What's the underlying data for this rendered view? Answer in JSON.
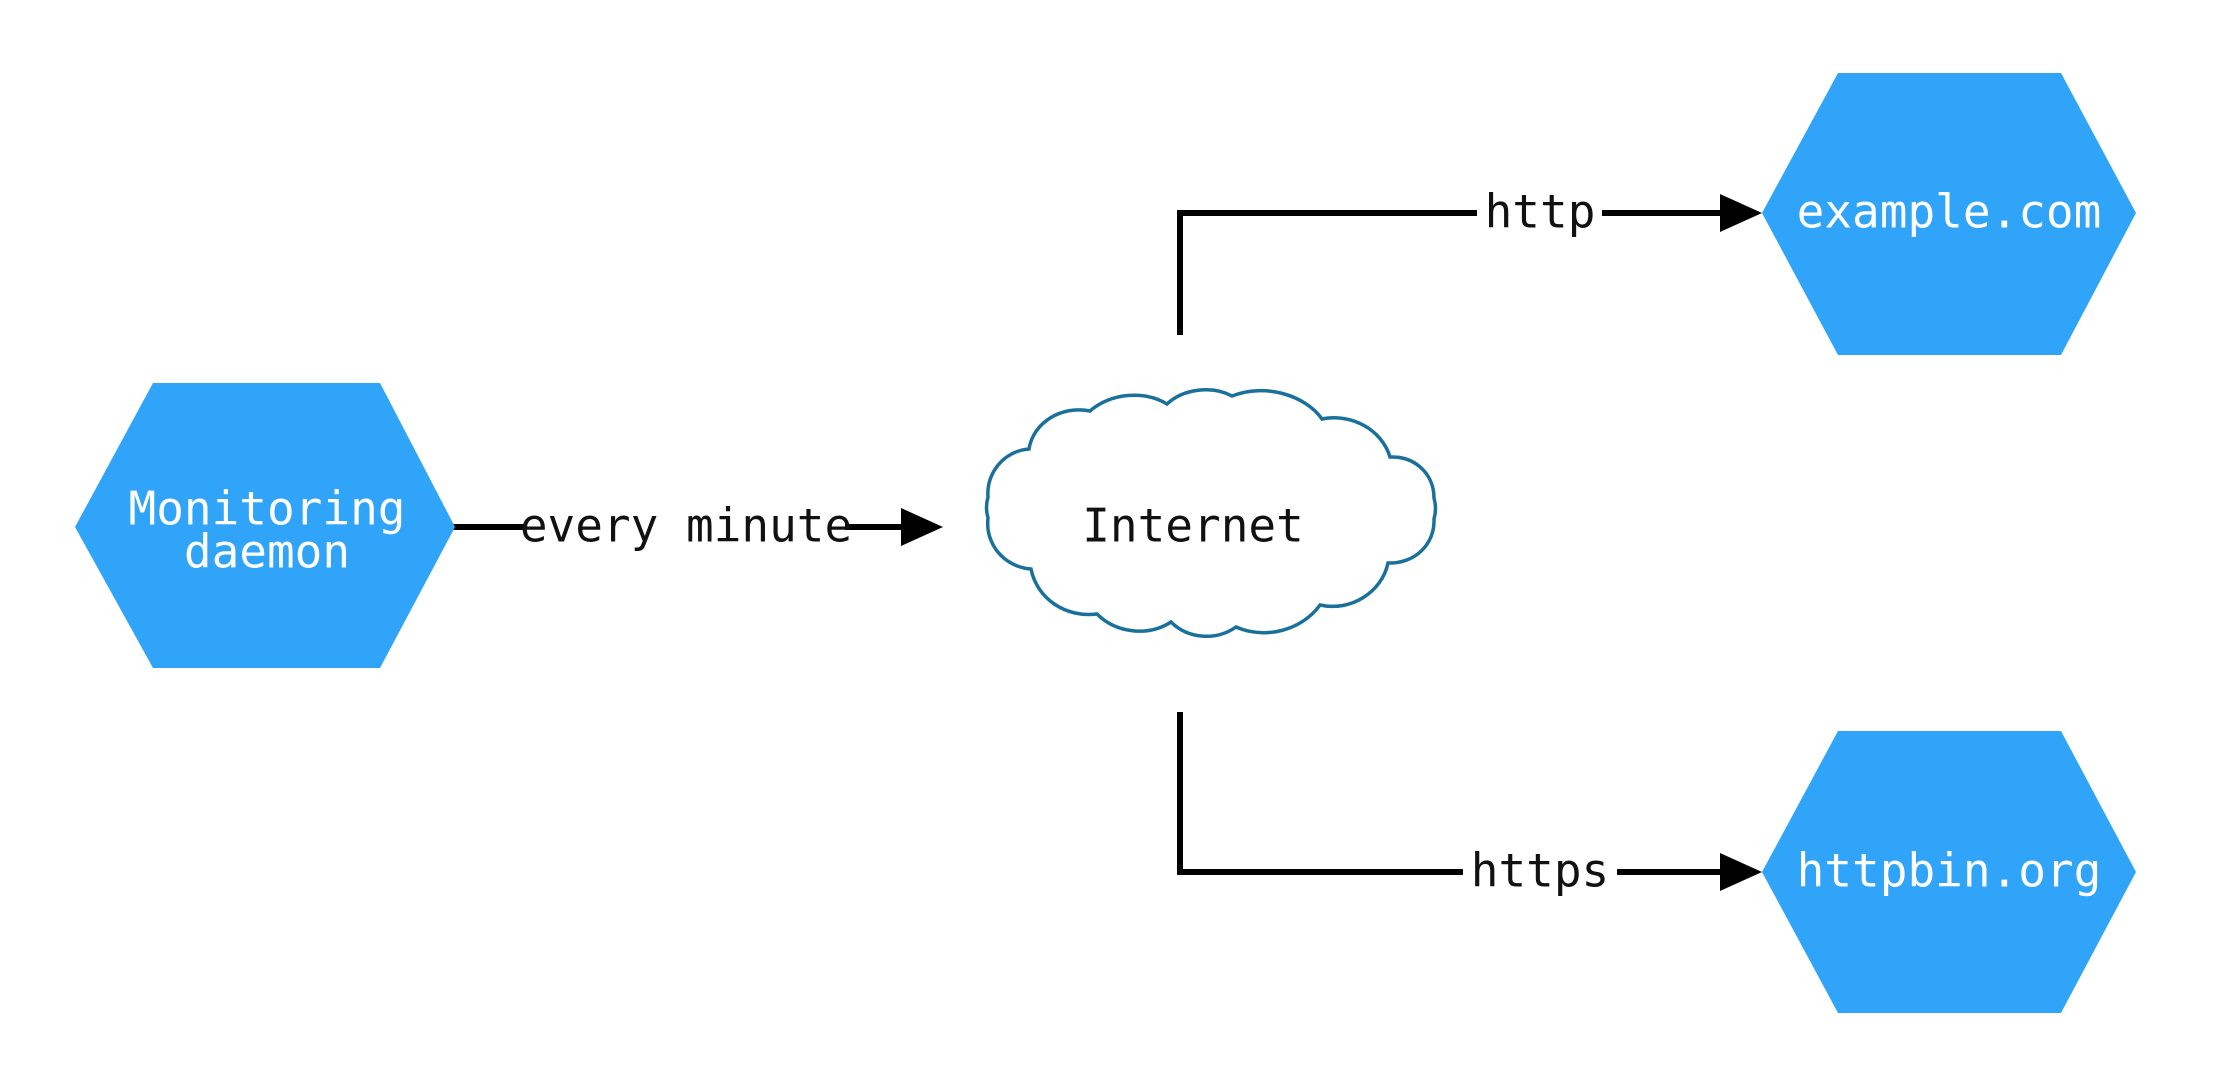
{
  "diagram": {
    "title": "Monitoring daemon network diagram",
    "background_color": "#ffffff",
    "node_fill_color": "#2FA4F9",
    "node_text_color": "#ffffff",
    "cloud_stroke_color": "#19709B",
    "cloud_fill_color": "#ffffff",
    "edge_color": "#000000",
    "edge_text_color": "#111111"
  },
  "nodes": {
    "monitoring_daemon": {
      "shape": "hexagon",
      "label_line1": "Monitoring",
      "label_line2": "daemon",
      "fill": "#2FA4F9"
    },
    "internet": {
      "shape": "cloud",
      "label": "Internet",
      "fill": "#ffffff",
      "stroke": "#19709B"
    },
    "example_com": {
      "shape": "hexagon",
      "label": "example.com",
      "fill": "#2FA4F9"
    },
    "httpbin_org": {
      "shape": "hexagon",
      "label": "httpbin.org",
      "fill": "#2FA4F9"
    }
  },
  "edges": [
    {
      "id": "daemon-to-internet",
      "label": "every minute",
      "from": "monitoring_daemon",
      "to": "internet",
      "arrow": "end"
    },
    {
      "id": "internet-to-example",
      "label": "http",
      "from": "internet",
      "to": "example_com",
      "arrow": "end"
    },
    {
      "id": "internet-to-httpbin",
      "label": "https",
      "from": "internet",
      "to": "httpbin_org",
      "arrow": "end"
    }
  ]
}
